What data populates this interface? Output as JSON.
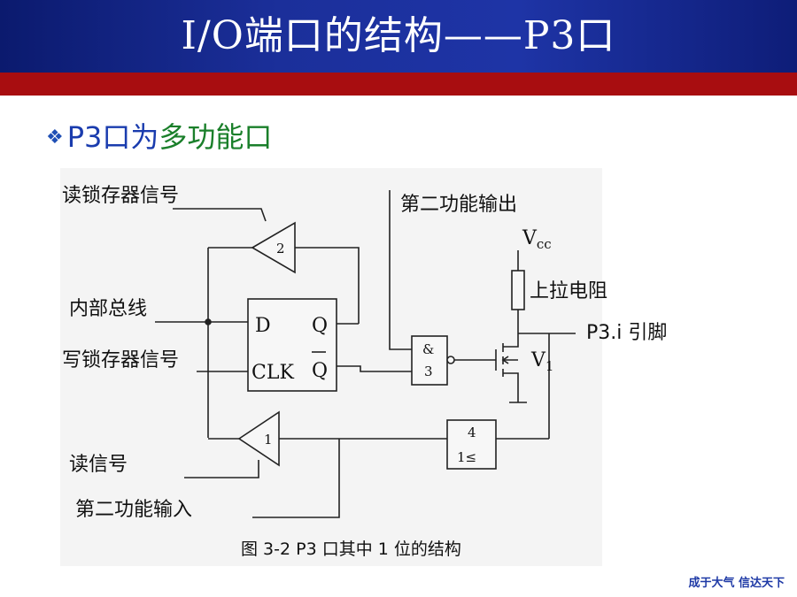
{
  "header": {
    "title": "I/O端口的结构——P3口",
    "subtitle": "Chengdu University of Information Technology"
  },
  "bullet": {
    "icon": "❖",
    "text_blue": "P3口为",
    "text_green": "多功能口"
  },
  "diagram": {
    "read_latch_signal": "读锁存器信号",
    "internal_bus": "内部总线",
    "write_latch_signal": "写锁存器信号",
    "read_signal": "读信号",
    "second_func_input": "第二功能输入",
    "second_func_output": "第二功能输出",
    "vcc": "V",
    "vcc_sub": "cc",
    "pullup": "上拉电阻",
    "pin": "P3.i 引脚",
    "fet": "V",
    "fet_sub": "1",
    "latch_d": "D",
    "latch_q": "Q",
    "latch_clk": "CLK",
    "latch_qbar": "Q",
    "buf2": "2",
    "buf1": "1",
    "and_sym": "&",
    "and_num": "3",
    "buf4_num": "4",
    "buf4_sym": "1≤",
    "caption": "图 3-2   P3 口其中 1 位的结构"
  },
  "footer": {
    "slogan": "成于大气  信达天下"
  },
  "colors": {
    "header_blue": "#1b2f9a",
    "red_bar": "#a80d10",
    "bullet_blue": "#1a3cae",
    "bullet_green": "#1a7f2a"
  }
}
